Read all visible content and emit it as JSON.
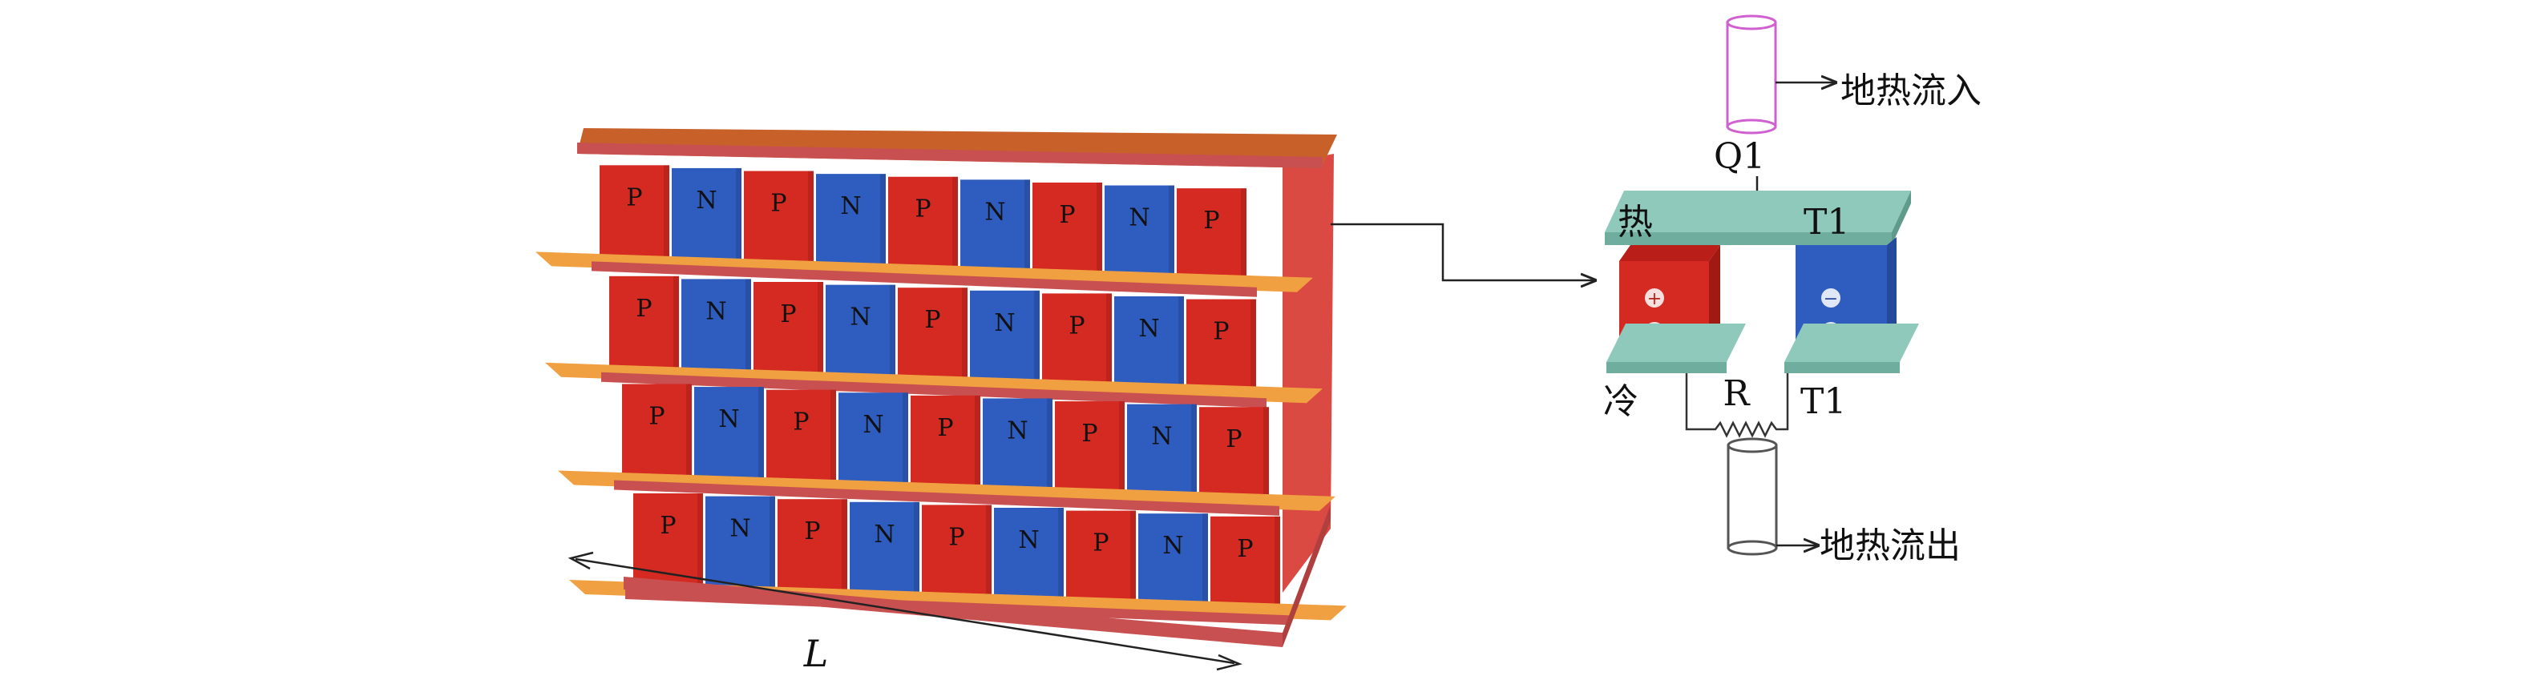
{
  "stack": {
    "rows": [
      [
        "P",
        "N",
        "P",
        "N",
        "P",
        "N",
        "P",
        "N",
        "P"
      ],
      [
        "P",
        "N",
        "P",
        "N",
        "P",
        "N",
        "P",
        "N",
        "P"
      ],
      [
        "P",
        "N",
        "P",
        "N",
        "P",
        "N",
        "P",
        "N",
        "P"
      ],
      [
        "P",
        "N",
        "P",
        "N",
        "P",
        "N",
        "P",
        "N",
        "P"
      ]
    ],
    "length_label": "L"
  },
  "unit": {
    "inlet_label": "地热流入",
    "outlet_label": "地热流出",
    "heat_input_label": "Q1",
    "hot_side_label": "热",
    "cold_side_label": "冷",
    "hot_temp_label": "T1",
    "cold_temp_label": "T1",
    "load_label": "R",
    "p_leg_sign": "+",
    "n_leg_sign": "−"
  },
  "colors": {
    "p_type": "#d42a22",
    "n_type": "#2f5cbf",
    "connector": "#f0a040",
    "frame": "#c95050",
    "lid": "#c8602a",
    "ceramic_plate": "#8ec9bb",
    "inlet_pipe": "#d060d0",
    "outlet_pipe": "#555555"
  }
}
